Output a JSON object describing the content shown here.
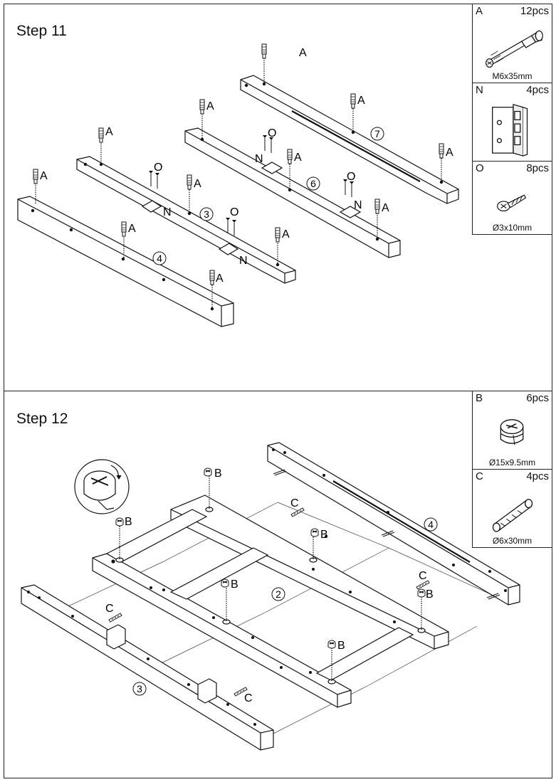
{
  "steps": [
    {
      "title": "Step 11",
      "parts": [
        {
          "letter": "A",
          "qty": "12pcs",
          "size": "M6x35mm",
          "icon": "cam-bolt-icon"
        },
        {
          "letter": "N",
          "qty": "4pcs",
          "size": "",
          "icon": "hinge-plate-icon"
        },
        {
          "letter": "O",
          "qty": "8pcs",
          "size": "Ø3x10mm",
          "icon": "wood-screw-icon"
        }
      ],
      "callouts": {
        "A": "A",
        "N": "N",
        "O": "O"
      },
      "panels": [
        "4",
        "3",
        "6",
        "7"
      ]
    },
    {
      "title": "Step 12",
      "parts": [
        {
          "letter": "B",
          "qty": "6pcs",
          "size": "Ø15x9.5mm",
          "icon": "cam-lock-icon"
        },
        {
          "letter": "C",
          "qty": "4pcs",
          "size": "Ø6x30mm",
          "icon": "wooden-dowel-icon"
        }
      ],
      "callouts": {
        "B": "B",
        "C": "C"
      },
      "panels": [
        "2",
        "3",
        "4"
      ]
    }
  ]
}
